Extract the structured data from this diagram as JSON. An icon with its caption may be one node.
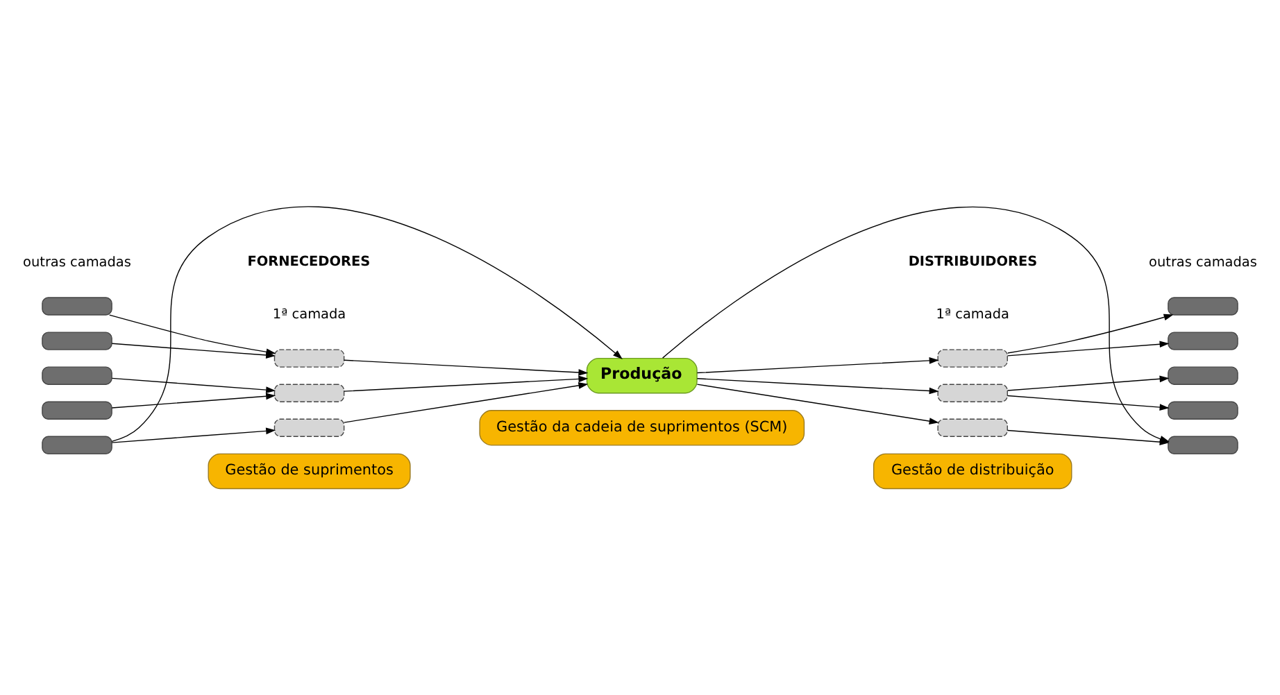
{
  "diagram": {
    "nodes": [
      {
        "text": [],
        "shape": "bar"
      },
      {
        "text": [],
        "shape": "bar"
      },
      {
        "text": [],
        "shape": "bar"
      },
      {
        "text": [],
        "shape": "bar"
      },
      {
        "text": [],
        "shape": "bar"
      },
      {
        "text": [],
        "shape": "bar"
      },
      {
        "text": [],
        "shape": "bar"
      },
      {
        "text": [],
        "shape": "bar"
      },
      {
        "text": [
          "Produção"
        ]
      },
      {
        "text": [],
        "shape": "bar"
      },
      {
        "text": [],
        "shape": "bar"
      },
      {
        "text": [],
        "shape": "bar"
      },
      {
        "text": [],
        "shape": "bar"
      },
      {
        "text": [],
        "shape": "bar"
      },
      {
        "text": [],
        "shape": "bar"
      },
      {
        "text": [],
        "shape": "bar"
      },
      {
        "text": [],
        "shape": "bar"
      },
      {
        "text": [
          "Gestão de suprimentos"
        ]
      },
      {
        "text": [
          "Gestão de distribuição"
        ]
      },
      {
        "text": [
          "Gestão da cadeia de suprimentos (SCM)"
        ]
      }
    ],
    "edges": [
      {
        "from": 0,
        "to": 5,
        "arrow": "to"
      },
      {
        "from": 1,
        "to": 5,
        "arrow": "to"
      },
      {
        "from": 2,
        "to": 6,
        "arrow": "to"
      },
      {
        "from": 3,
        "to": 6,
        "arrow": "to"
      },
      {
        "from": 4,
        "to": 8,
        "arrow": "to"
      },
      {
        "from": 4,
        "to": 7,
        "arrow": "to"
      },
      {
        "from": 5,
        "to": 8,
        "arrow": "to"
      },
      {
        "from": 6,
        "to": 8,
        "arrow": "to"
      },
      {
        "from": 7,
        "to": 8,
        "arrow": "to"
      },
      {
        "from": 8,
        "to": 9,
        "arrow": "to"
      },
      {
        "from": 8,
        "to": 10,
        "arrow": "to"
      },
      {
        "from": 8,
        "to": 16,
        "arrow": "to"
      },
      {
        "from": 8,
        "to": 11,
        "arrow": "to"
      },
      {
        "from": 9,
        "to": 12,
        "arrow": "to"
      },
      {
        "from": 9,
        "to": 13,
        "arrow": "to"
      },
      {
        "from": 10,
        "to": 14,
        "arrow": "to"
      },
      {
        "from": 10,
        "to": 15,
        "arrow": "to"
      },
      {
        "from": 11,
        "to": 16,
        "arrow": "to"
      }
    ],
    "labels": [
      "FORNECEDORES",
      "DISTRIBUIDORES",
      "outras camadas",
      "1ª camada",
      "1ª camada",
      "outras camadas"
    ]
  }
}
